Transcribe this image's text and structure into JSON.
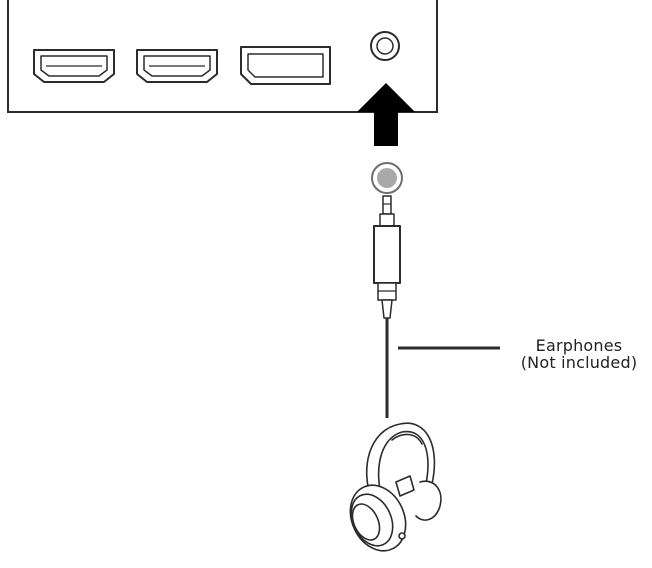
{
  "callout": {
    "line1": "Earphones",
    "line2": "(Not included)"
  },
  "ports": [
    {
      "name": "hdmi-port"
    },
    {
      "name": "hdmi-port"
    },
    {
      "name": "displayport-port"
    },
    {
      "name": "audio-jack-port"
    }
  ],
  "icons": {
    "arrow": "up-arrow-icon",
    "plug": "audio-plug-icon",
    "headphones": "headphones-icon"
  },
  "colors": {
    "line": "#2b2b2b",
    "panel_fill": "#ffffff",
    "plug_grey": "#a9a9a9",
    "arrow": "#000000"
  }
}
